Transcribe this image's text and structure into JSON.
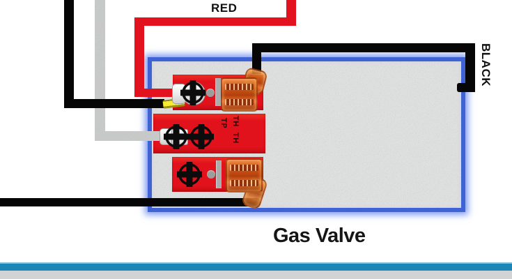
{
  "diagram": {
    "title": "Gas Valve",
    "wire_labels": {
      "red": "RED",
      "black": "BLACK"
    },
    "valve": {
      "terminal_labels": [
        "TH",
        "TP",
        "TH"
      ]
    },
    "colors": {
      "wire_red": "#e2121f",
      "wire_black": "#060606",
      "wire_gray": "#b5b6b6",
      "wire_yellow_tip": "#f6ea32",
      "valve_body_gray": "#c5c6c6",
      "valve_border_blue": "#3f63d2",
      "terminal_block_red": "#e2121c",
      "connector_orange": "#cd6118",
      "crimp_terminal_white": "#f2f2f2",
      "footer_stripe_blue": "#1e86b6",
      "footer_stripe_gray": "#d2d3d4"
    }
  }
}
